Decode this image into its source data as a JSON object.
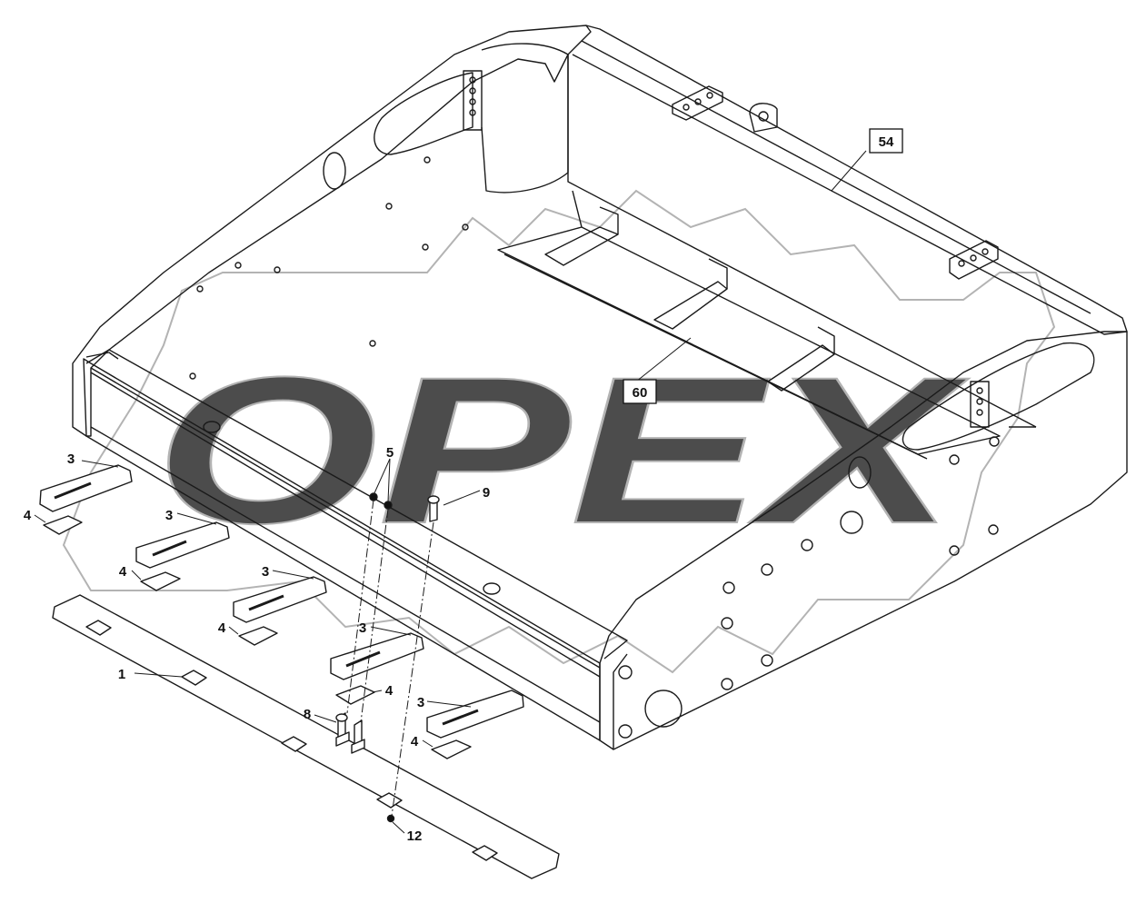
{
  "watermark": {
    "text": "OPEX"
  },
  "callouts": [
    {
      "id": "c-54",
      "label": "54",
      "boxed": true
    },
    {
      "id": "c-60",
      "label": "60",
      "boxed": true
    },
    {
      "id": "c-5",
      "label": "5",
      "boxed": false
    },
    {
      "id": "c-9",
      "label": "9",
      "boxed": false
    },
    {
      "id": "c-3a",
      "label": "3",
      "boxed": false
    },
    {
      "id": "c-4a",
      "label": "4",
      "boxed": false
    },
    {
      "id": "c-3b",
      "label": "3",
      "boxed": false
    },
    {
      "id": "c-4b",
      "label": "4",
      "boxed": false
    },
    {
      "id": "c-3c",
      "label": "3",
      "boxed": false
    },
    {
      "id": "c-4c",
      "label": "4",
      "boxed": false
    },
    {
      "id": "c-3d",
      "label": "3",
      "boxed": false
    },
    {
      "id": "c-4d",
      "label": "4",
      "boxed": false
    },
    {
      "id": "c-3e",
      "label": "3",
      "boxed": false
    },
    {
      "id": "c-4e",
      "label": "4",
      "boxed": false
    },
    {
      "id": "c-1",
      "label": "1",
      "boxed": false
    },
    {
      "id": "c-8",
      "label": "8",
      "boxed": false
    },
    {
      "id": "c-12",
      "label": "12",
      "boxed": false
    }
  ]
}
